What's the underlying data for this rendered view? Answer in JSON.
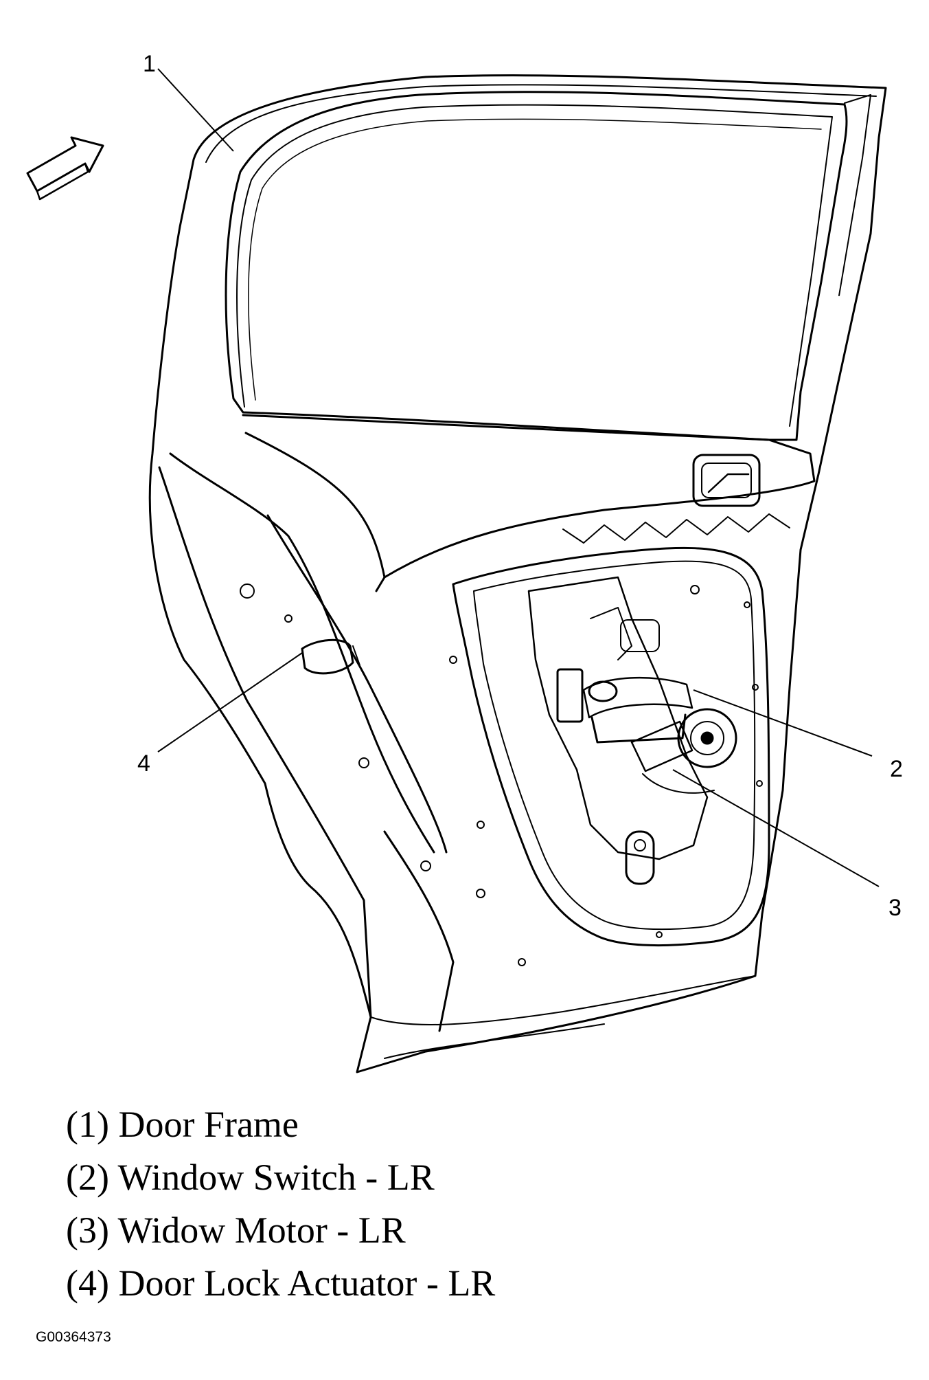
{
  "diagram": {
    "callouts": [
      {
        "number": "1",
        "label": "Door Frame"
      },
      {
        "number": "2",
        "label": "Window Switch - LR"
      },
      {
        "number": "3",
        "label": "Widow Motor - LR"
      },
      {
        "number": "4",
        "label": "Door Lock Actuator - LR"
      }
    ]
  },
  "legend": {
    "items": [
      "(1) Door Frame",
      "(2) Window Switch - LR",
      "(3) Widow Motor - LR",
      "(4) Door Lock Actuator - LR"
    ]
  },
  "figure_id": "G00364373"
}
